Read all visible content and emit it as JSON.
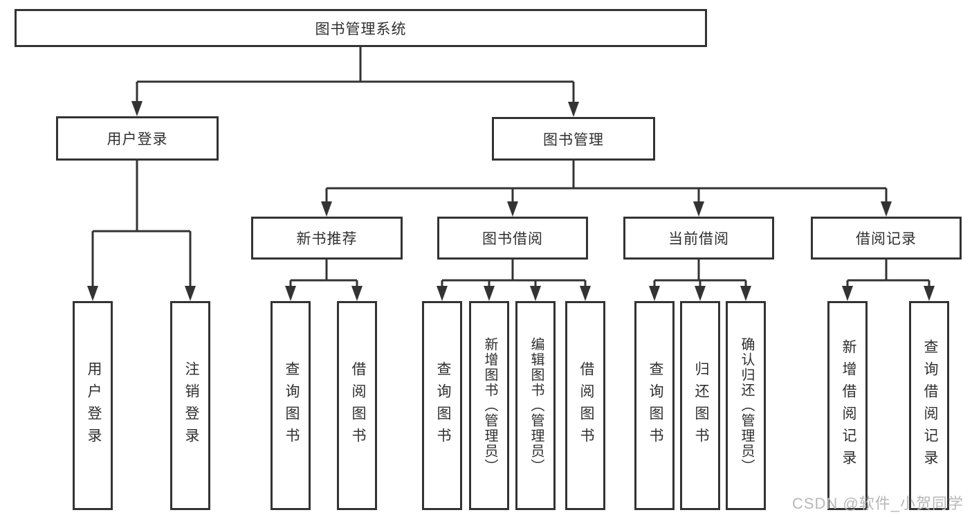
{
  "diagram": {
    "root": {
      "label": "图书管理系统"
    },
    "branches": [
      {
        "label": "用户登录",
        "children": [
          {
            "label": "用户登录"
          },
          {
            "label": "注销登录"
          }
        ]
      },
      {
        "label": "图书管理",
        "children": [
          {
            "label": "新书推荐",
            "children": [
              {
                "label": "查询图书"
              },
              {
                "label": "借阅图书"
              }
            ]
          },
          {
            "label": "图书借阅",
            "children": [
              {
                "label": "查询图书"
              },
              {
                "label": "新增图书（管理员）"
              },
              {
                "label": "编辑图书（管理员）"
              },
              {
                "label": "借阅图书"
              }
            ]
          },
          {
            "label": "当前借阅",
            "children": [
              {
                "label": "查询图书"
              },
              {
                "label": "归还图书"
              },
              {
                "label": "确认归还（管理员）"
              }
            ]
          },
          {
            "label": "借阅记录",
            "children": [
              {
                "label": "新增借阅记录"
              },
              {
                "label": "查询借阅记录"
              }
            ]
          }
        ]
      }
    ]
  },
  "watermark": {
    "text": "CSDN @软件_小贺同学"
  },
  "colors": {
    "line": "#333333",
    "text": "#2f2f2f",
    "background": "#ffffff",
    "watermark": "#b8b8b8"
  }
}
